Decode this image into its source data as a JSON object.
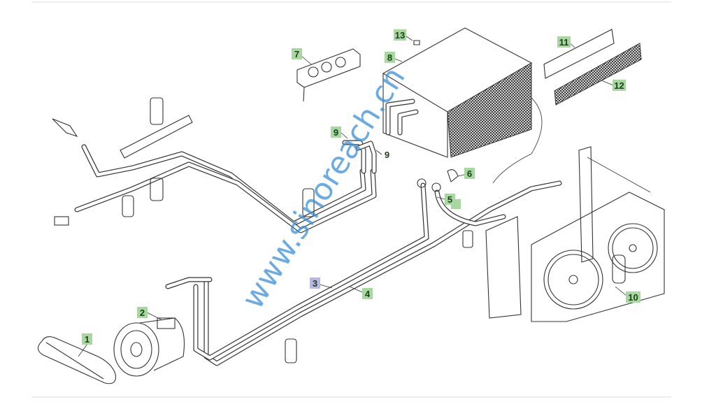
{
  "watermark": "www.sinoreach.cn",
  "callouts": [
    {
      "id": "c1",
      "text": "1"
    },
    {
      "id": "c2",
      "text": "2"
    },
    {
      "id": "c3",
      "text": "3"
    },
    {
      "id": "c4",
      "text": "4"
    },
    {
      "id": "c5",
      "text": "5"
    },
    {
      "id": "c6",
      "text": "6"
    },
    {
      "id": "c7",
      "text": "7"
    },
    {
      "id": "c8",
      "text": "8"
    },
    {
      "id": "c9",
      "text": "9"
    },
    {
      "id": "c9b",
      "text": "9"
    },
    {
      "id": "c10",
      "text": "10"
    },
    {
      "id": "c11",
      "text": "11"
    },
    {
      "id": "c12",
      "text": "12"
    },
    {
      "id": "c13",
      "text": "13"
    }
  ],
  "colors": {
    "label_bg": "#a8d8a0",
    "label_alt_bg": "#b8b8e8",
    "watermark": "#3b8fd8"
  }
}
